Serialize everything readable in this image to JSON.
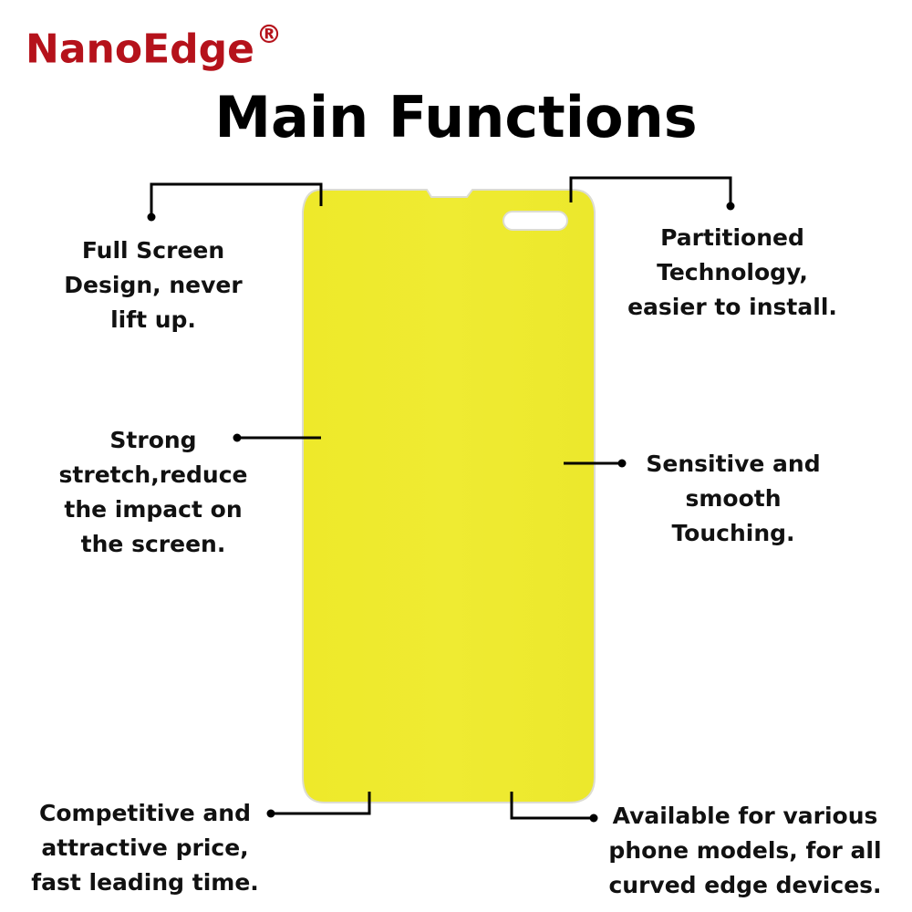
{
  "brand": {
    "name": "NanoEdge",
    "mark": "®"
  },
  "title": "Main Functions",
  "colors": {
    "brand": "#b5121b",
    "film_fill": "#eeea2e",
    "film_edge": "#d9d9cf",
    "text": "#111111"
  },
  "features": {
    "full_screen": {
      "lines": [
        "Full Screen",
        "Design, never",
        "lift up."
      ]
    },
    "partitioned": {
      "lines": [
        "Partitioned",
        "Technology,",
        "easier to install."
      ]
    },
    "strong_stretch": {
      "lines": [
        "Strong",
        "stretch,reduce",
        "the impact on",
        "the screen."
      ]
    },
    "sensitive": {
      "lines": [
        "Sensitive and",
        "smooth",
        "Touching."
      ]
    },
    "competitive": {
      "lines": [
        "Competitive and",
        "attractive price,",
        "fast leading time."
      ]
    },
    "available": {
      "lines": [
        "Available for various",
        "phone models, for all",
        "curved edge devices."
      ]
    }
  }
}
